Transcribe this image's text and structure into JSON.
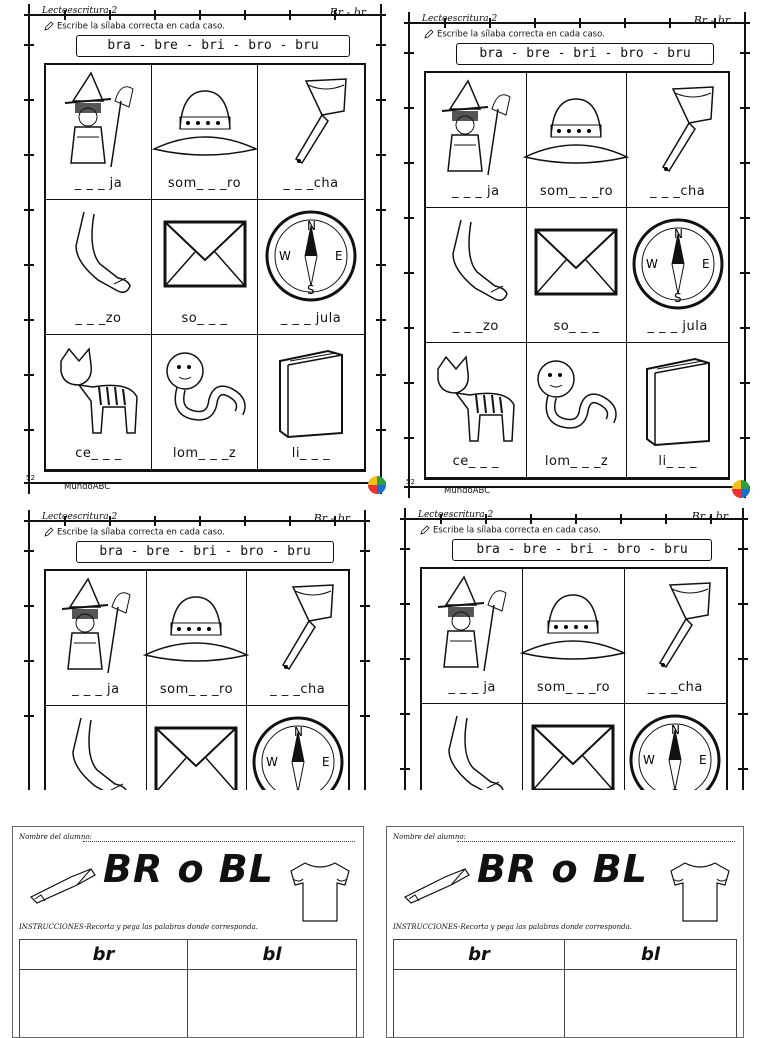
{
  "worksheet": {
    "header": "Lectoescritura 2",
    "title_right": "Br - br",
    "instruction": "Escribe la sílaba correcta en cada caso.",
    "syllables": "bra - bre - bri - bro - bru",
    "footer": "MundoABC",
    "page_number": "52",
    "cells": [
      {
        "icon": "witch-icon",
        "word": "_ _ _ ja"
      },
      {
        "icon": "hat-icon",
        "word": "som_ _ _ro"
      },
      {
        "icon": "brush-icon",
        "word": "_ _ _cha"
      },
      {
        "icon": "arm-icon",
        "word": "_ _ _zo"
      },
      {
        "icon": "envelope-icon",
        "word": "so_ _ _"
      },
      {
        "icon": "compass-icon",
        "word": "_ _ _ jula"
      },
      {
        "icon": "zebra-icon",
        "word": "ce_ _ _"
      },
      {
        "icon": "worm-icon",
        "word": "lom_ _ _z"
      },
      {
        "icon": "book-icon",
        "word": "li_ _ _"
      }
    ]
  },
  "brbl_sheet": {
    "name_label": "Nombre del alumno:",
    "title": "BR o BL",
    "instruction": "INSTRUCCIONES-Recorta y pega las palabras donde corresponda.",
    "col_left": "br",
    "col_right": "bl"
  }
}
